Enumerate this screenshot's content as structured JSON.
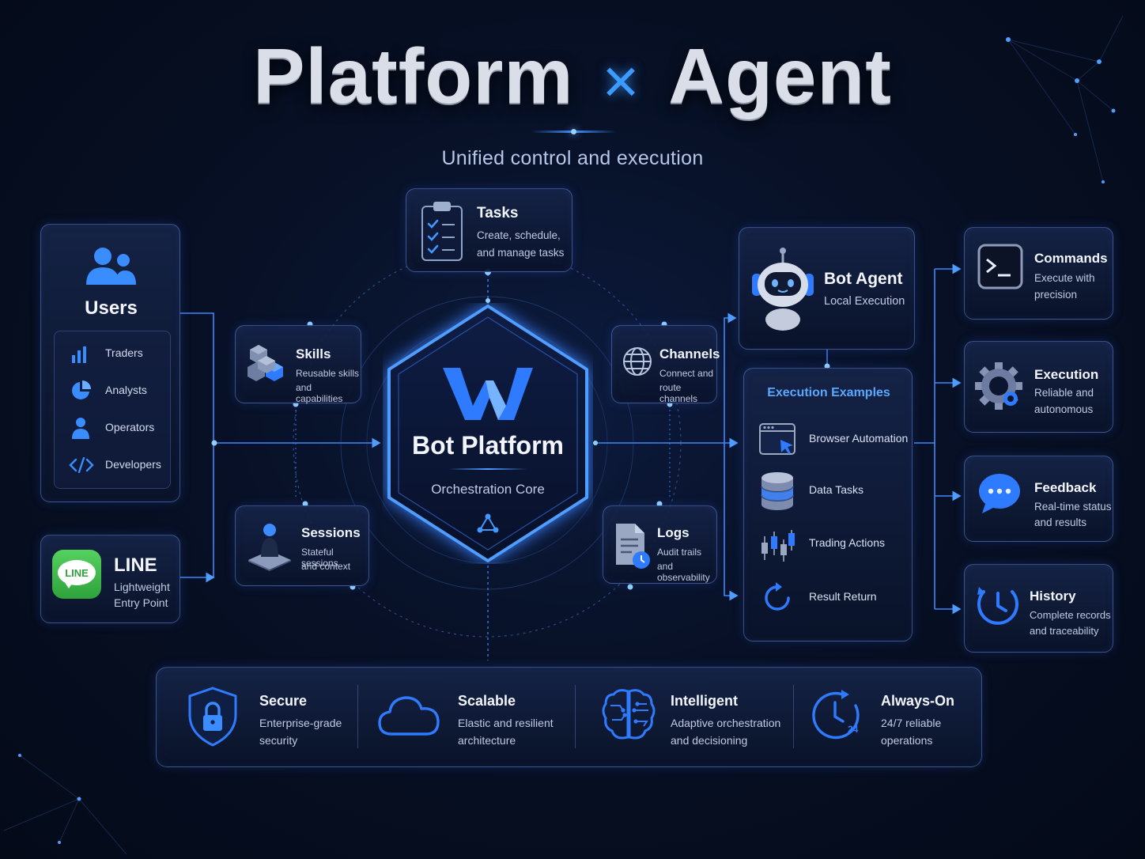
{
  "header": {
    "title_left": "Platform",
    "title_sep": "×",
    "title_right": "Agent",
    "subtitle": "Unified control and execution"
  },
  "users": {
    "title": "Users",
    "items": [
      {
        "label": "Traders",
        "icon": "bar-chart-icon"
      },
      {
        "label": "Analysts",
        "icon": "pie-chart-icon"
      },
      {
        "label": "Operators",
        "icon": "person-icon"
      },
      {
        "label": "Developers",
        "icon": "code-icon"
      }
    ]
  },
  "line": {
    "logo_text": "LINE",
    "title": "LINE",
    "desc_1": "Lightweight",
    "desc_2": "Entry Point"
  },
  "modules": {
    "tasks": {
      "title": "Tasks",
      "desc_1": "Create, schedule,",
      "desc_2": "and manage tasks"
    },
    "skills": {
      "title": "Skills",
      "desc_1": "Reusable skills",
      "desc_2": "and capabilities"
    },
    "channels": {
      "title": "Channels",
      "desc_1": "Connect and",
      "desc_2": "route channels"
    },
    "sessions": {
      "title": "Sessions",
      "desc_1": "Stateful sessions",
      "desc_2": "and context"
    },
    "logs": {
      "title": "Logs",
      "desc_1": "Audit trails",
      "desc_2": "and observability"
    }
  },
  "core": {
    "title": "Bot Platform",
    "subtitle": "Orchestration Core"
  },
  "agent": {
    "title": "Bot Agent",
    "subtitle": "Local Execution"
  },
  "examples": {
    "title": "Execution Examples",
    "items": [
      {
        "label": "Browser Automation",
        "icon": "browser-cursor-icon"
      },
      {
        "label": "Data Tasks",
        "icon": "database-icon"
      },
      {
        "label": "Trading Actions",
        "icon": "candlestick-icon"
      },
      {
        "label": "Result Return",
        "icon": "refresh-icon"
      }
    ]
  },
  "outcomes": [
    {
      "title": "Commands",
      "desc_1": "Execute with",
      "desc_2": "precision",
      "icon": "terminal-icon"
    },
    {
      "title": "Execution",
      "desc_1": "Reliable and",
      "desc_2": "autonomous",
      "icon": "gear-icon"
    },
    {
      "title": "Feedback",
      "desc_1": "Real-time status",
      "desc_2": "and results",
      "icon": "chat-bubble-icon"
    },
    {
      "title": "History",
      "desc_1": "Complete records",
      "desc_2": "and traceability",
      "icon": "history-clock-icon"
    }
  ],
  "features": [
    {
      "title": "Secure",
      "desc_1": "Enterprise-grade",
      "desc_2": "security",
      "icon": "shield-lock-icon"
    },
    {
      "title": "Scalable",
      "desc_1": "Elastic and resilient",
      "desc_2": "architecture",
      "icon": "cloud-icon"
    },
    {
      "title": "Intelligent",
      "desc_1": "Adaptive orchestration",
      "desc_2": "and decisioning",
      "icon": "brain-icon"
    },
    {
      "title": "Always-On",
      "desc_1": "24/7 reliable",
      "desc_2": "operations",
      "icon": "clock-24-icon"
    }
  ],
  "clock_label": "24",
  "colors": {
    "accent": "#3d8dff",
    "background": "#050b1b",
    "line_green": "#3bb54a"
  }
}
